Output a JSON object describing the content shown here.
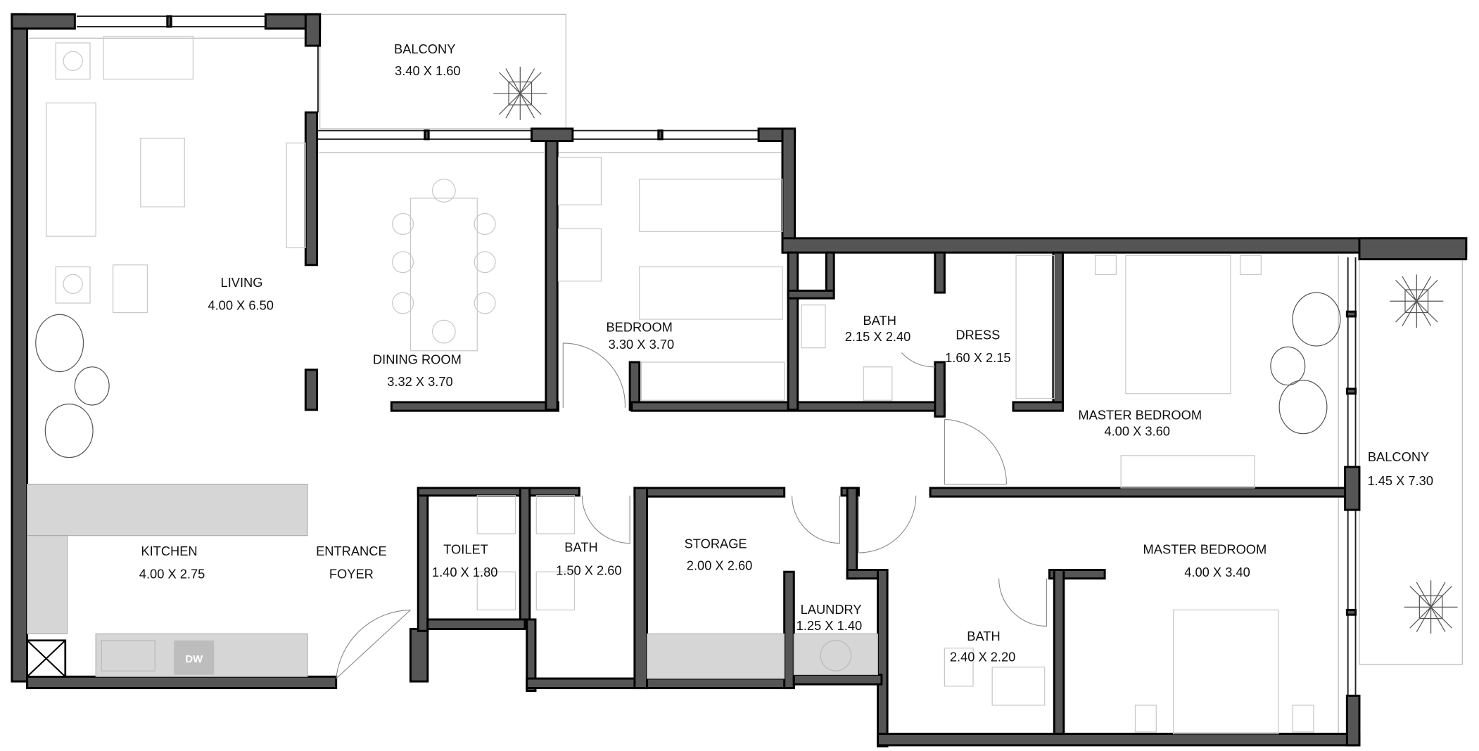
{
  "floorplan": {
    "rooms": [
      {
        "name": "BALCONY",
        "size": "3.40 X 1.60"
      },
      {
        "name": "LIVING",
        "size": "4.00 X 6.50"
      },
      {
        "name": "DINING ROOM",
        "size": "3.32 X 3.70"
      },
      {
        "name": "BEDROOM",
        "size": "3.30 X 3.70"
      },
      {
        "name": "BATH",
        "size": "2.15 X 2.40"
      },
      {
        "name": "DRESS",
        "size": "1.60 X 2.15"
      },
      {
        "name": "MASTER BEDROOM",
        "size": "4.00 X 3.60"
      },
      {
        "name": "BALCONY",
        "size": "1.45 X 7.30"
      },
      {
        "name": "KITCHEN",
        "size": "4.00 X 2.75"
      },
      {
        "name": "ENTRANCE",
        "size": "FOYER"
      },
      {
        "name": "TOILET",
        "size": "1.40 X 1.80"
      },
      {
        "name": "BATH",
        "size": "1.50 X 2.60"
      },
      {
        "name": "STORAGE",
        "size": "2.00 X 2.60"
      },
      {
        "name": "LAUNDRY",
        "size": "1.25 X 1.40"
      },
      {
        "name": "MASTER BEDROOM",
        "size": "4.00 X 3.40"
      },
      {
        "name": "BATH",
        "size": "2.40 X 2.20"
      }
    ],
    "appliance_labels": {
      "dishwasher": "DW"
    },
    "colors": {
      "wall": "#555555",
      "counter": "#d6d6d6"
    }
  }
}
